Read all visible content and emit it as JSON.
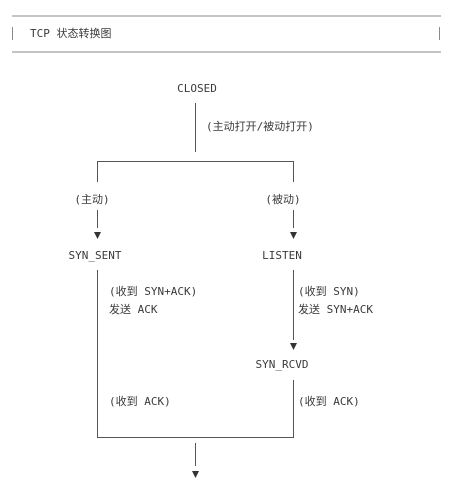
{
  "header": {
    "title": "TCP 状态转换图"
  },
  "diagram": {
    "states": {
      "closed": "CLOSED",
      "syn_sent": "SYN_SENT",
      "listen": "LISTEN",
      "syn_rcvd": "SYN_RCVD"
    },
    "labels": {
      "open_mode": "(主动打开/被动打开)",
      "active": "(主动)",
      "passive": "(被动)",
      "left_recv_synack": "(收到 SYN+ACK)",
      "left_send_ack": "发送 ACK",
      "right_recv_syn": "(收到 SYN)",
      "right_send_synack": "发送 SYN+ACK",
      "left_recv_ack": "(收到 ACK)",
      "right_recv_ack": "(收到 ACK)"
    }
  }
}
